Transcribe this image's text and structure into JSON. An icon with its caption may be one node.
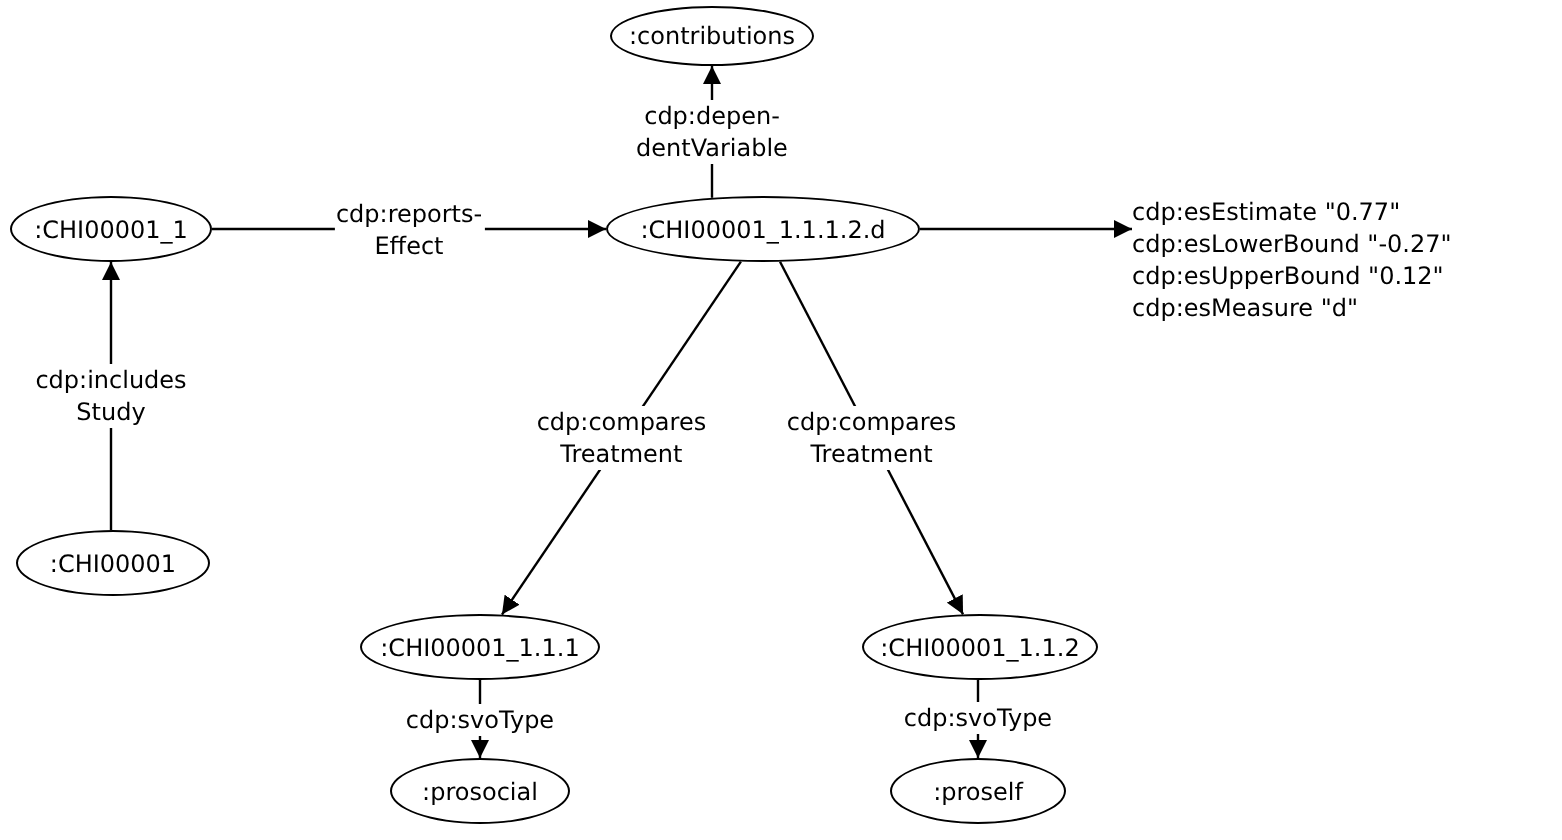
{
  "diagram": {
    "nodes": [
      {
        "text": [
          ":contributions"
        ]
      },
      {
        "text": [
          ":CHI00001_1"
        ]
      },
      {
        "text": [
          ":CHI00001_1.1.1.2.d"
        ]
      },
      {
        "text": [
          ":CHI00001"
        ]
      },
      {
        "text": [
          ":CHI00001_1.1.1"
        ]
      },
      {
        "text": [
          ":CHI00001_1.1.2"
        ]
      },
      {
        "text": [
          ":prosocial"
        ]
      },
      {
        "text": [
          ":proself"
        ]
      },
      {
        "text": [
          "cdp:esEstimate \"0.77\"",
          "cdp:esLowerBound \"-0.27\"",
          "cdp:esUpperBound \"0.12\"",
          "cdp:esMeasure \"d\""
        ]
      }
    ],
    "edges": [
      {
        "from": 2,
        "to": 0,
        "arrow": "to",
        "label": "cdp:depen- dentVariable"
      },
      {
        "from": 1,
        "to": 2,
        "arrow": "to",
        "label": "cdp:reports- Effect"
      },
      {
        "from": 3,
        "to": 1,
        "arrow": "to",
        "label": "cdp:includes Study"
      },
      {
        "from": 2,
        "to": 4,
        "arrow": "to",
        "label": "cdp:compares Treatment"
      },
      {
        "from": 2,
        "to": 5,
        "arrow": "to",
        "label": "cdp:compares Treatment"
      },
      {
        "from": 4,
        "to": 6,
        "arrow": "to",
        "label": "cdp:svoType"
      },
      {
        "from": 5,
        "to": 7,
        "arrow": "to",
        "label": "cdp:svoType"
      },
      {
        "from": 2,
        "to": 8,
        "arrow": "to"
      }
    ]
  }
}
